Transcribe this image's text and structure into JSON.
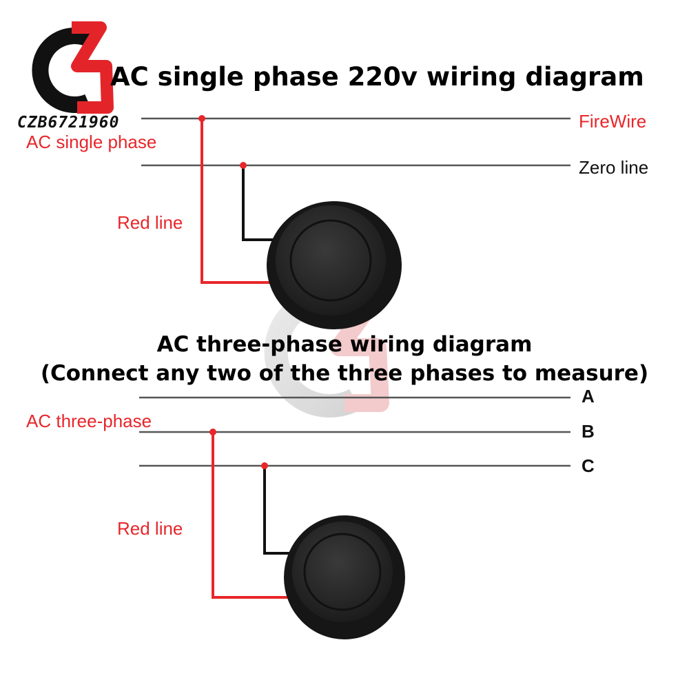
{
  "logo": {
    "text": "CZB6721960"
  },
  "single": {
    "title": "AC single phase 220v wiring diagram",
    "source_label": "AC single phase",
    "wire_label": "Red line",
    "lines": [
      "FireWire",
      "Zero line"
    ]
  },
  "three": {
    "title_line1": "AC three-phase wiring diagram",
    "title_line2": "(Connect any two of the three phases to measure)",
    "source_label": "AC three-phase",
    "wire_label": "Red line",
    "lines": [
      "A",
      "B",
      "C"
    ]
  },
  "colors": {
    "red_wire": "#e8262a",
    "black_wire": "#111111",
    "device": "#2b2b2b",
    "logo_red": "#e3252a"
  }
}
